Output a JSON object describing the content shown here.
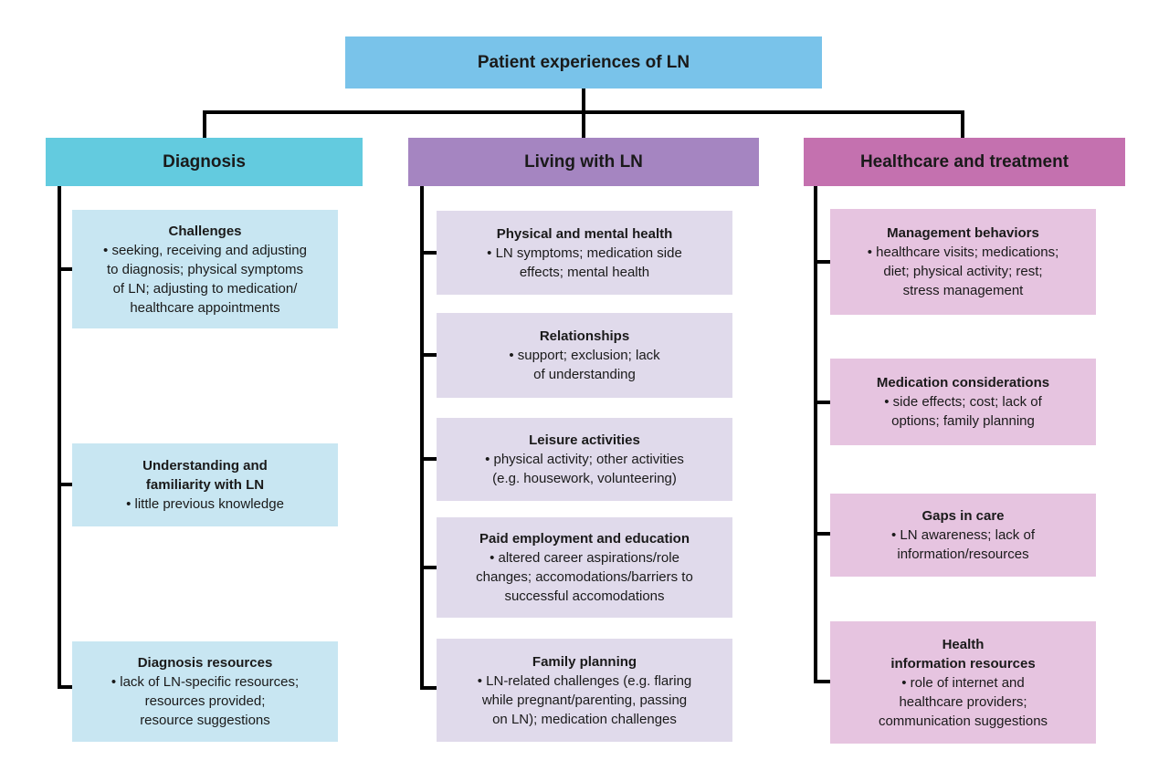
{
  "root": {
    "title": "Patient experiences of LN",
    "color": "#79c3ea"
  },
  "line_color": "#000000",
  "columns": [
    {
      "title": "Diagnosis",
      "colors": {
        "header": "#63cbdf",
        "box": "#c8e6f2"
      },
      "boxes": [
        {
          "title": "Challenges",
          "body": "• seeking, receiving and adjusting\nto diagnosis; physical symptoms\nof LN; adjusting to medication/\nhealthcare appointments"
        },
        {
          "title": "Understanding and\nfamiliarity with LN",
          "body": "• little previous knowledge"
        },
        {
          "title": "Diagnosis resources",
          "body": "• lack of LN-specific resources;\nresources provided;\nresource suggestions"
        }
      ]
    },
    {
      "title": "Living with LN",
      "colors": {
        "header": "#a585c1",
        "box": "#e0daeb"
      },
      "boxes": [
        {
          "title": "Physical and mental health",
          "body": "• LN symptoms; medication side\neffects; mental health"
        },
        {
          "title": "Relationships",
          "body": "• support; exclusion; lack\nof understanding"
        },
        {
          "title": "Leisure activities",
          "body": "• physical activity; other activities\n(e.g. housework, volunteering)"
        },
        {
          "title": "Paid employment and education",
          "body": "• altered career aspirations/role\nchanges; accomodations/barriers to\nsuccessful accomodations"
        },
        {
          "title": "Family planning",
          "body": "• LN-related challenges (e.g. flaring\nwhile pregnant/parenting, passing\non LN); medication challenges"
        }
      ]
    },
    {
      "title": "Healthcare and treatment",
      "colors": {
        "header": "#c471af",
        "box": "#e6c4e0"
      },
      "boxes": [
        {
          "title": "Management behaviors",
          "body": "• healthcare visits; medications;\ndiet; physical activity; rest;\nstress management"
        },
        {
          "title": "Medication considerations",
          "body": "• side effects; cost; lack of\noptions; family planning"
        },
        {
          "title": "Gaps in care",
          "body": "• LN awareness; lack of\ninformation/resources"
        },
        {
          "title": "Health\ninformation resources",
          "body": "• role of internet and\nhealthcare providers;\ncommunication suggestions"
        }
      ]
    }
  ]
}
